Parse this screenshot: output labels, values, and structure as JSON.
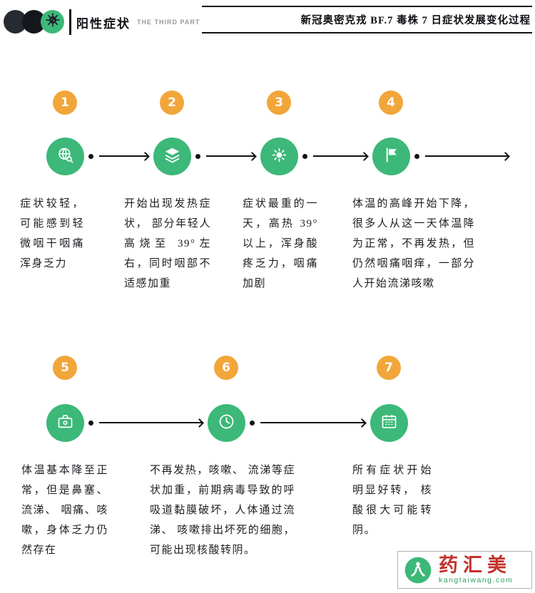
{
  "header": {
    "section_title": "阳性症状",
    "section_subtitle": "THE THIRD PART",
    "main_title": "新冠奥密克戎 BF.7 毒株 7 日症状发展变化过程",
    "logo_icon": "virus-icon"
  },
  "steps": [
    {
      "number": "1",
      "icon": "globe-search-icon",
      "text": "症状较轻，可能感到轻微咽干咽痛浑身乏力"
    },
    {
      "number": "2",
      "icon": "layers-icon",
      "text": "开始出现发热症状， 部分年轻人高烧至 39°左右，同时咽部不适感加重"
    },
    {
      "number": "3",
      "icon": "virus-burst-icon",
      "text": "症状最重的一天，高热 39°以上，浑身酸疼乏力，咽痛加剧"
    },
    {
      "number": "4",
      "icon": "flag-icon",
      "text": "体温的高峰开始下降，很多人从这一天体温降为正常，不再发热，但仍然咽痛咽痒，一部分人开始流涕咳嗽"
    },
    {
      "number": "5",
      "icon": "medical-kit-icon",
      "text": "体温基本降至正常，但是鼻塞、流涕、 咽痛、咳嗽，身体乏力仍然存在"
    },
    {
      "number": "6",
      "icon": "clock-icon",
      "text": "不再发热，咳嗽、 流涕等症状加重，前期病毒导致的呼吸道黏膜破坏，人体通过流涕、 咳嗽排出坏死的细胞，可能出现核酸转阴。"
    },
    {
      "number": "7",
      "icon": "calendar-icon",
      "text": "所有症状开始明显好转， 核酸很大可能转阴。"
    }
  ],
  "footer": {
    "brand_name": "药汇美",
    "website": "kangtaiwang.com",
    "logo_icon": "leaf-person-icon"
  },
  "colors": {
    "accent_orange": "#F2A63A",
    "accent_green": "#3CB878",
    "ink": "#16181d",
    "brand_red": "#C1322C",
    "brand_green": "#2FA05F"
  }
}
